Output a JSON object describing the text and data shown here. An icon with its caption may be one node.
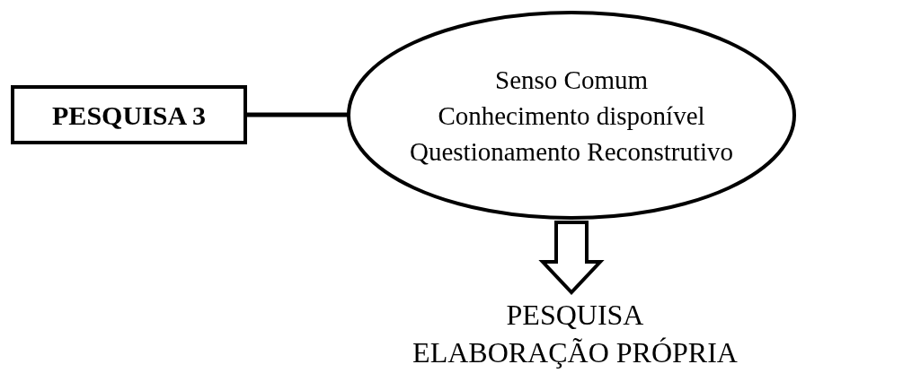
{
  "diagram": {
    "nodes": [
      {
        "text": [
          "PESQUISA 3"
        ]
      },
      {
        "text": [
          "Senso Comum",
          "Conhecimento disponível",
          "Questionamento Reconstrutivo"
        ]
      },
      {
        "text": [
          "PESQUISA",
          "ELABORAÇÃO PRÓPRIA"
        ]
      }
    ],
    "edges": [
      {
        "from": 0,
        "to": 1,
        "arrow": "none"
      },
      {
        "from": 1,
        "to": 2,
        "arrow": "to"
      }
    ]
  }
}
